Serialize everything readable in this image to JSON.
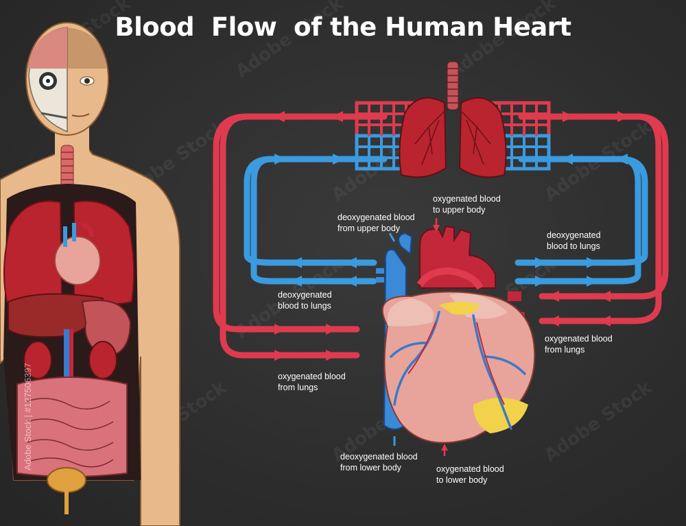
{
  "title": "Blood  Flow  of the Human Heart",
  "watermark": "Adobe Stock",
  "stock_id": "Adobe Stock | #127506397",
  "labels": {
    "deoxy_upper": [
      "deoxygenated blood",
      "from upper body"
    ],
    "oxy_upper": [
      "oxygenated blood",
      "to upper body"
    ],
    "deoxy_lungs_right": [
      "deoxygenated",
      "blood to lungs"
    ],
    "deoxy_lungs_left": [
      "deoxygenated",
      "blood to lungs"
    ],
    "oxy_lungs_right": [
      "oxygenated blood",
      "from lungs"
    ],
    "oxy_lungs_left": [
      "oxygenated blood",
      "from lungs"
    ],
    "deoxy_lower": [
      "deoxygenated blood",
      "from lower body"
    ],
    "oxy_lower": [
      "oxygenated blood",
      "to lower body"
    ]
  },
  "colors": {
    "background": "#2e2e2e",
    "oxygenated": "#e03a4e",
    "deoxygenated": "#3a9be0",
    "skin": "#e8b98a",
    "organ_red": "#b9242e",
    "heart_pink": "#e8a49a",
    "fat_yellow": "#f2d24a"
  }
}
